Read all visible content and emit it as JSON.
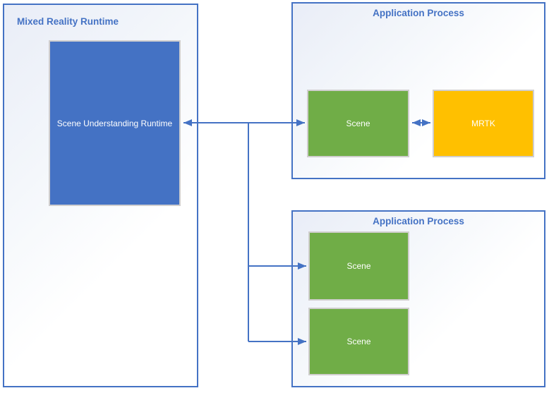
{
  "colors": {
    "panel_border": "#4472C4",
    "panel_bg_start": "#E9EDF7",
    "title_text": "#4472C4",
    "box_border": "#D0CECE",
    "box_text": "#FFFFFF",
    "blue_box_fill": "#4472C4",
    "green_box_fill": "#70AD47",
    "yellow_box_fill": "#FFC000",
    "arrow": "#4472C4"
  },
  "diagram": {
    "left_panel": {
      "title": "Mixed Reality Runtime",
      "runtime_box_label": "Scene Understanding Runtime"
    },
    "top_right_panel": {
      "title": "Application Process",
      "scene_box_label": "Scene",
      "mrtk_box_label": "MRTK"
    },
    "bottom_right_panel": {
      "title": "Application Process",
      "scene_box_1_label": "Scene",
      "scene_box_2_label": "Scene"
    }
  }
}
